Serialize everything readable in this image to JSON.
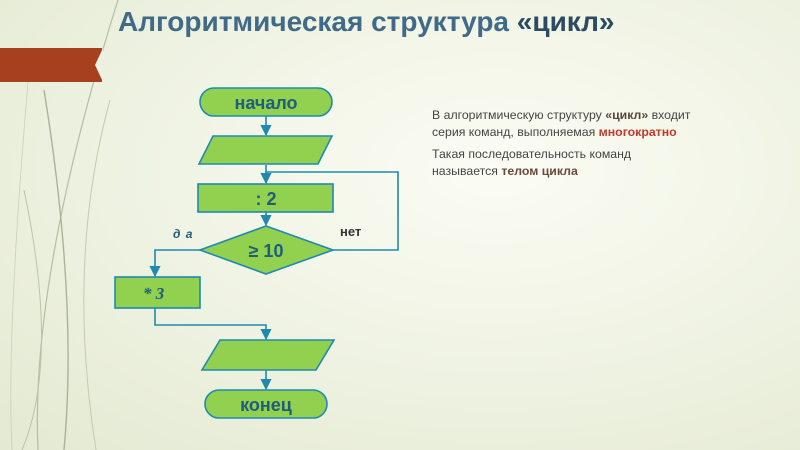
{
  "title": {
    "text": "Алгоритмическая структура ",
    "accent": "«цикл»"
  },
  "flowchart": {
    "start_label": "начало",
    "process1_label": ": 2",
    "condition_label": "≥ 10",
    "yes_label": "д а",
    "no_label": "нет",
    "process2_label": "* 3",
    "end_label": "конец",
    "shape_fill": "#92d050",
    "shape_stroke": "#1f8ab0",
    "text_color": "#1f5d7a"
  },
  "description": {
    "p1_prefix": "В алгоритмическую структуру ",
    "p1_term": "«цикл»",
    "p1_middle": " входит серия команд, выполняемая ",
    "p1_emphasis": "многократно",
    "p2_prefix": "Такая последовательность команд называется ",
    "p2_term": "телом цикла"
  }
}
